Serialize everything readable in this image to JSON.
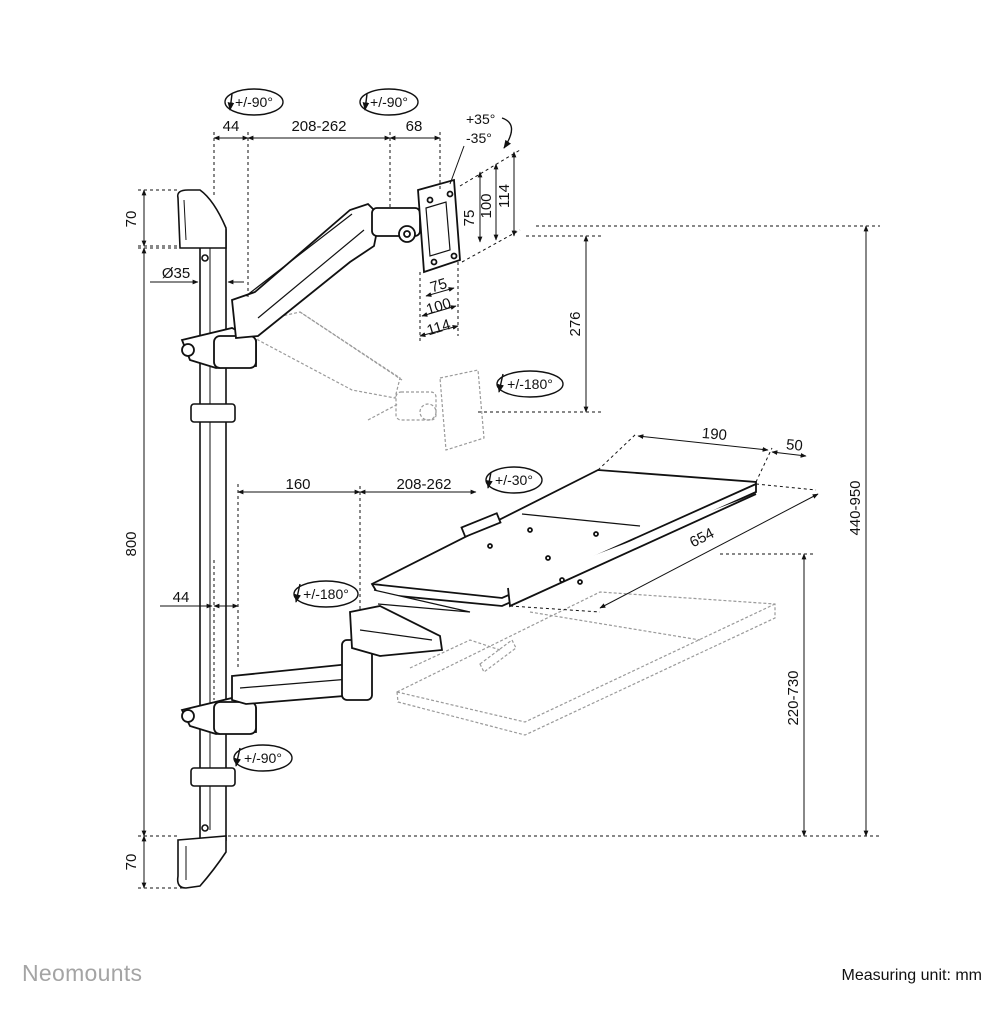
{
  "brand": "Neomounts",
  "measuring_unit": "Measuring unit: mm",
  "rotations": {
    "pole_top": "+/-90°",
    "arm_elbow": "+/-90°",
    "tilt_up": "+35°",
    "tilt_down": "-35°",
    "swivel": "+/-180°",
    "kb_tilt": "+/-30°",
    "kb_swivel": "+/-180°",
    "kb_arm": "+/-90°"
  },
  "dimensions": {
    "top_44": "44",
    "top_208_262": "208-262",
    "top_68": "68",
    "vesa_75_v": "75",
    "vesa_100_v": "100",
    "vesa_114_v": "114",
    "vesa_75_h": "75",
    "vesa_100_h": "100",
    "vesa_114_h": "114",
    "height_276": "276",
    "range_440_950": "440-950",
    "clamp_70_top": "70",
    "diameter_35": "Ø35",
    "pole_800": "800",
    "kb_160": "160",
    "kb_208_262": "208-262",
    "tray_190": "190",
    "tray_50": "50",
    "tray_654": "654",
    "kb_44": "44",
    "height_220_730": "220-730",
    "clamp_70_bottom": "70"
  }
}
